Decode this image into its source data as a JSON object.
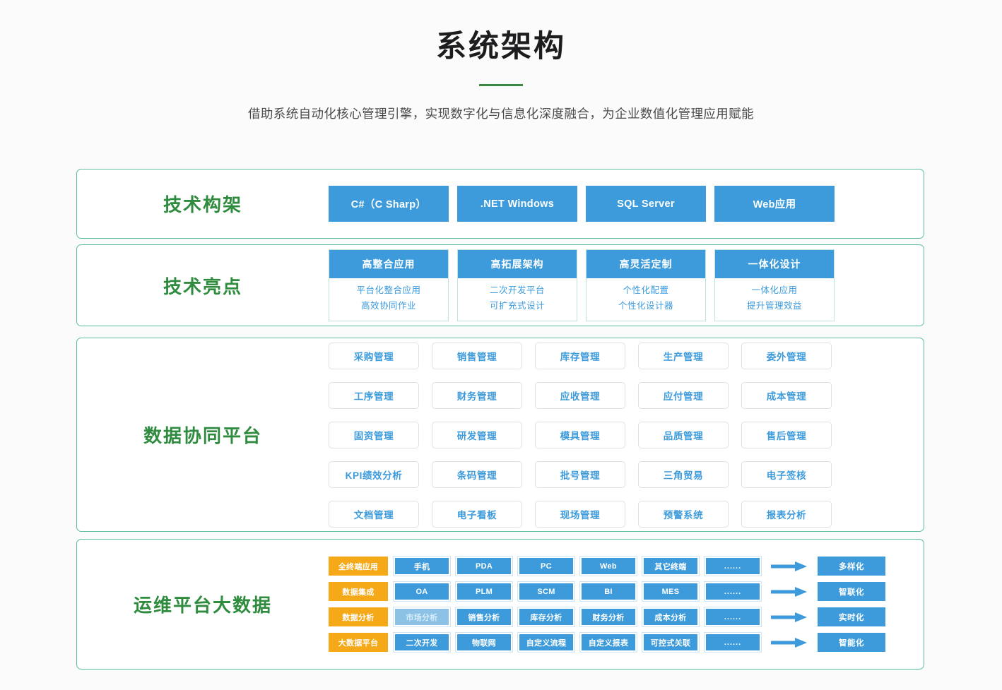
{
  "header": {
    "title": "系统架构",
    "subtitle": "借助系统自动化核心管理引擎，实现数字化与信息化深度融合，为企业数值化管理应用赋能",
    "accent_green": "#3a8a43"
  },
  "colors": {
    "panel_border": "#5cbda1",
    "label_green": "#2f8c3f",
    "blue": "#3d9bdc",
    "blue_faded": "#8bc2e6",
    "orange": "#f5a818",
    "card_border": "#e0e0e0"
  },
  "sections": {
    "tech": {
      "label": "技术构架",
      "items": [
        {
          "label": "C#（C Sharp）"
        },
        {
          "label": ".NET Windows"
        },
        {
          "label": "SQL Server"
        },
        {
          "label": "Web应用"
        }
      ]
    },
    "highlights": {
      "label": "技术亮点",
      "cards": [
        {
          "title": "高整合应用",
          "lines": [
            "平台化整合应用",
            "高效协同作业"
          ]
        },
        {
          "title": "高拓展架构",
          "lines": [
            "二次开发平台",
            "可扩充式设计"
          ]
        },
        {
          "title": "高灵活定制",
          "lines": [
            "个性化配置",
            "个性化设计器"
          ]
        },
        {
          "title": "一体化设计",
          "lines": [
            "一体化应用",
            "提升管理效益"
          ]
        }
      ]
    },
    "modules": {
      "label": "数据协同平台",
      "items": [
        "采购管理",
        "销售管理",
        "库存管理",
        "生产管理",
        "委外管理",
        "工序管理",
        "财务管理",
        "应收管理",
        "应付管理",
        "成本管理",
        "固资管理",
        "研发管理",
        "模具管理",
        "品质管理",
        "售后管理",
        "KPI绩效分析",
        "条码管理",
        "批号管理",
        "三角贸易",
        "电子签核",
        "文档管理",
        "电子看板",
        "现场管理",
        "预警系统",
        "报表分析"
      ]
    },
    "bigdata": {
      "label": "运维平台大数据",
      "rows": [
        {
          "tag": "全终端应用",
          "cells": [
            {
              "label": "手机",
              "faded": false
            },
            {
              "label": "PDA",
              "faded": false
            },
            {
              "label": "PC",
              "faded": false
            },
            {
              "label": "Web",
              "faded": false
            },
            {
              "label": "其它终端",
              "faded": false
            },
            {
              "label": "......",
              "faded": false
            }
          ],
          "arrow": "arrow-right",
          "result": "多样化"
        },
        {
          "tag": "数据集成",
          "cells": [
            {
              "label": "OA",
              "faded": false
            },
            {
              "label": "PLM",
              "faded": false
            },
            {
              "label": "SCM",
              "faded": false
            },
            {
              "label": "BI",
              "faded": false
            },
            {
              "label": "MES",
              "faded": false
            },
            {
              "label": "......",
              "faded": false
            }
          ],
          "arrow": "arrow-right",
          "result": "智联化"
        },
        {
          "tag": "数据分析",
          "cells": [
            {
              "label": "市场分析",
              "faded": true
            },
            {
              "label": "销售分析",
              "faded": false
            },
            {
              "label": "库存分析",
              "faded": false
            },
            {
              "label": "财务分析",
              "faded": false
            },
            {
              "label": "成本分析",
              "faded": false
            },
            {
              "label": "......",
              "faded": false
            }
          ],
          "arrow": "arrow-right",
          "result": "实时化"
        },
        {
          "tag": "大数据平台",
          "cells": [
            {
              "label": "二次开发",
              "faded": false
            },
            {
              "label": "物联网",
              "faded": false
            },
            {
              "label": "自定义流程",
              "faded": false
            },
            {
              "label": "自定义报表",
              "faded": false
            },
            {
              "label": "可控式关联",
              "faded": false
            },
            {
              "label": "......",
              "faded": false
            }
          ],
          "arrow": "arrow-right",
          "result": "智能化"
        }
      ]
    }
  }
}
